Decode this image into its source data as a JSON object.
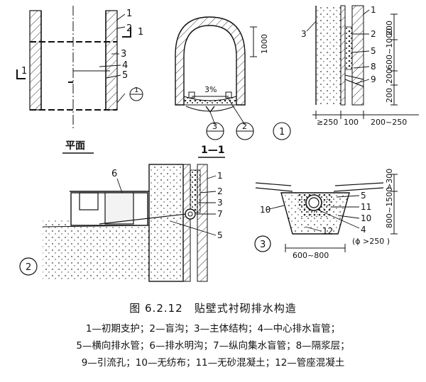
{
  "figure": {
    "caption": "图 6.2.12　贴壁式衬砌排水构造",
    "legend": [
      "1—初期支护；2—盲沟；3—主体结构；4—中心排水盲管；",
      "5—横向排水管；6—排水明沟；7—纵向集水盲管；8—隔浆层；",
      "9—引流孔；10—无纺布；11—无砂混凝土；12—管座混凝土"
    ]
  },
  "plan_view": {
    "title": "平面",
    "labels": [
      "1",
      "2",
      "1",
      "3",
      "4",
      "5",
      "1",
      "1"
    ],
    "section_mark": "1"
  },
  "section_view": {
    "title": "1—1",
    "dimension": "1000",
    "slope": "3%",
    "callouts": [
      "3",
      "2",
      "1"
    ]
  },
  "detail_1": {
    "labels": [
      "1",
      "2",
      "5",
      "8",
      "9",
      "3"
    ],
    "dims_vertical": [
      "200",
      "600~1000",
      "200",
      "200"
    ],
    "dims_horizontal": [
      "≥250",
      "100",
      "200~250"
    ]
  },
  "detail_2": {
    "id": "2",
    "labels": [
      "6",
      "1",
      "2",
      "3",
      "7",
      "5"
    ]
  },
  "detail_3": {
    "id": "3",
    "labels": [
      "5",
      "11",
      "10",
      "4",
      "12",
      "10"
    ],
    "dims": [
      ">300",
      "800~1500",
      "600~800"
    ],
    "diameter_note": "(ϕ >250 )"
  }
}
